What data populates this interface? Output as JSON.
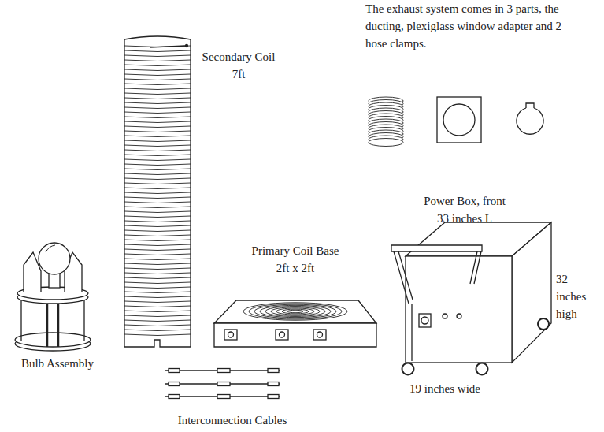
{
  "diagram": {
    "labels": [
      "The exhaust system comes in 3 parts, the ducting, plexiglass window adapter and 2 hose clamps.",
      "Secondary Coil",
      "7ft",
      "Primary Coil Base",
      "2ft x 2ft",
      "Power Box, front",
      "33 inches L",
      "32 inches high",
      "19 inches wide",
      "Bulb Assembly",
      "Interconnection Cables"
    ]
  }
}
